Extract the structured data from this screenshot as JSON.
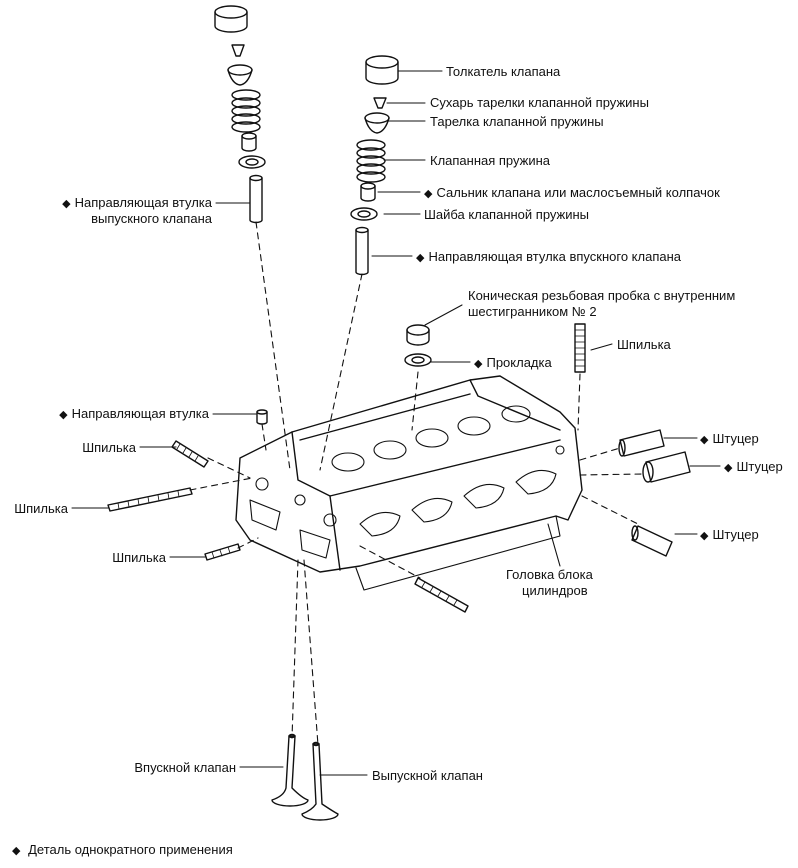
{
  "marker": "◆",
  "labels": {
    "lifter": "Толкатель клапана",
    "keeper": "Сухарь тарелки клапанной пружины",
    "retainer": "Тарелка клапанной пружины",
    "spring": "Клапанная пружина",
    "oil_seal": "Сальник клапана или маслосъемный колпачок",
    "spring_seat": "Шайба клапанной пружины",
    "intake_guide": "Направляющая втулка впускного клапана",
    "plug_line1": "Коническая резьбовая пробка с внутренним",
    "plug_line2": "шестигранником № 2",
    "stud_right": "Шпилька",
    "gasket": "Прокладка",
    "exhaust_guide_line1": "Направляющая втулка",
    "exhaust_guide_line2": "выпускного клапана",
    "guide_bush": "Направляющая втулка",
    "stud_1": "Шпилька",
    "stud_2": "Шпилька",
    "stud_3": "Шпилька",
    "union_1": "Штуцер",
    "union_2": "Штуцер",
    "union_3": "Штуцер",
    "head_line1": "Головка блока",
    "head_line2": "цилиндров",
    "intake_valve": "Впускной клапан",
    "exhaust_valve": "Выпускной клапан"
  },
  "footnote": "Деталь однократного применения"
}
